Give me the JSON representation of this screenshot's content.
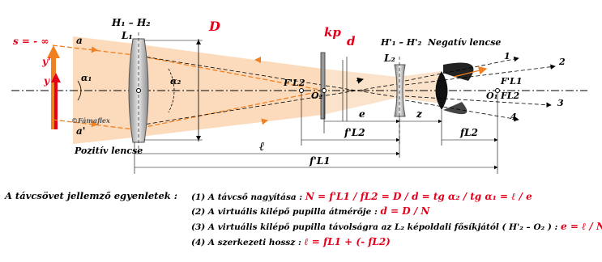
{
  "labels": {
    "s": "s = - ∞",
    "a": "a",
    "a_prime": "a'",
    "y_prime": "y'",
    "y": "y",
    "alpha1": "α₁",
    "alpha2": "α₂",
    "h1h2": "H₁ – H₂",
    "l1": "L₁",
    "d_big": "D",
    "kp": "kp",
    "d_small": "d",
    "h1h2_prime": "H'₁ – H'₂",
    "negativ": "Negatív lencse",
    "l2": "L₂",
    "f_l2": "F'L2",
    "o2": "O₂",
    "o1": "O₁",
    "f_l1_prime": "F'L1",
    "f_l2_right": "FL2",
    "r1": "1",
    "r2": "2",
    "r3": "3",
    "r4": "4",
    "watermark": "©Fámaflex",
    "pozitiv": "Pozitív lencse",
    "e": "e",
    "z": "z",
    "f_prime_l2": "f'L2",
    "f_l2_dim": "fL2",
    "ell": "ℓ",
    "f_prime_l1": "f'L1"
  },
  "equations": {
    "heading": "A távcsövet jellemző egyenletek :",
    "e1_text": "(1) A távcső nagyítása : ",
    "e1_formula": "N = f'L1 / fL2 = D / d = tg α₂ / tg α₁ = ℓ / e",
    "e2_text": "(2) A virtuális kilépő pupilla átmérője : ",
    "e2_formula": "d = D / N",
    "e3_text": "(3) A virtuális kilépő pupilla távolságra az L₂ képoldali fősíkjától ( H'₂ – O₂ ) : ",
    "e3_formula": "e = ℓ / N",
    "e4_text": "(4) A szerkezeti hossz : ",
    "e4_formula": "ℓ = fL1 + (- fL2)"
  }
}
